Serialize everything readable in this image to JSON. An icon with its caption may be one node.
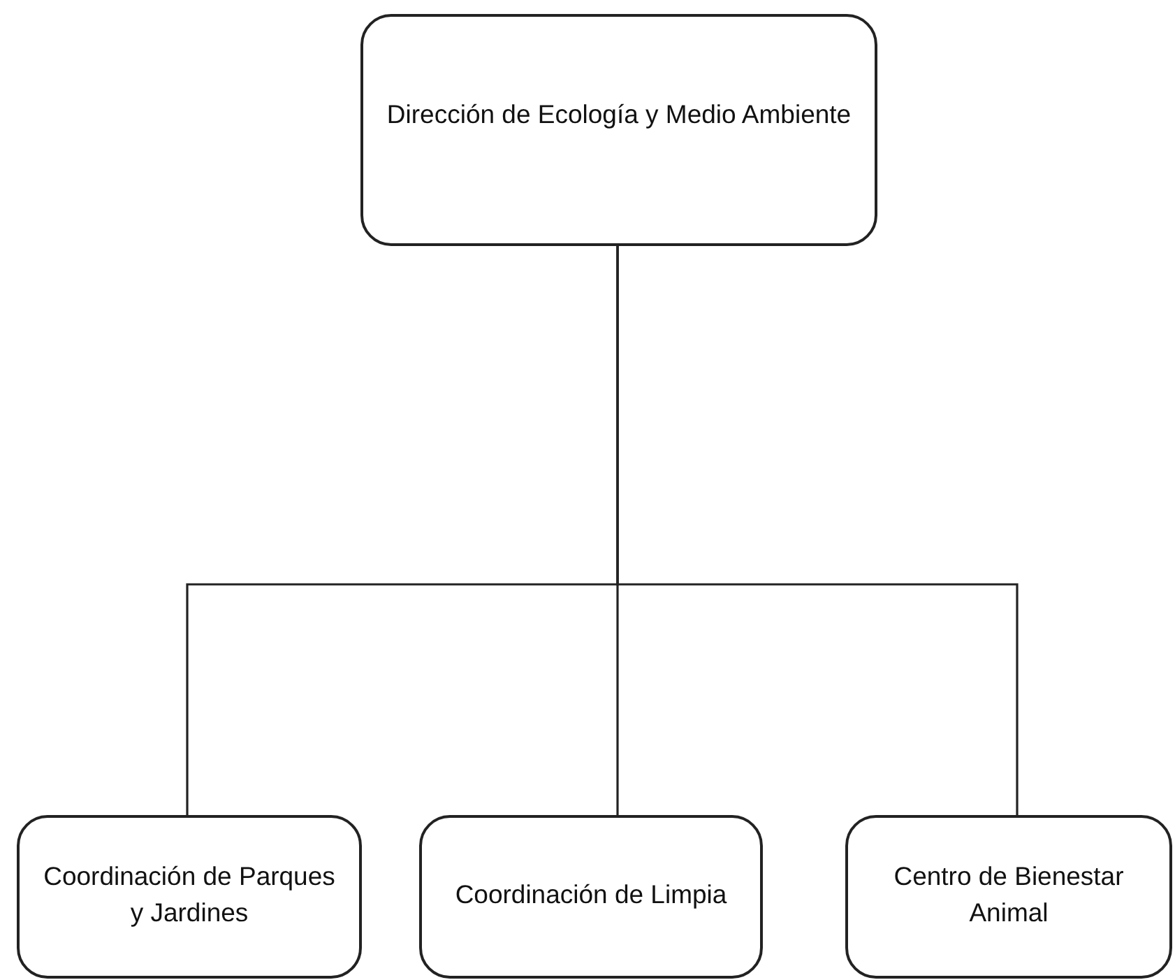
{
  "diagram": {
    "nodes": [
      {
        "text": [
          "Dirección de Ecología y Medio Ambiente"
        ]
      },
      {
        "text": [
          "Coordinación de Parques y Jardines"
        ]
      },
      {
        "text": [
          "Coordinación de Limpia"
        ]
      },
      {
        "text": [
          "Centro de Bienestar Animal"
        ]
      }
    ],
    "edges": [
      {
        "from": 0,
        "to": 1,
        "arrow": "none"
      },
      {
        "from": 0,
        "to": 2,
        "arrow": "none"
      },
      {
        "from": 0,
        "to": 3,
        "arrow": "none"
      }
    ]
  }
}
